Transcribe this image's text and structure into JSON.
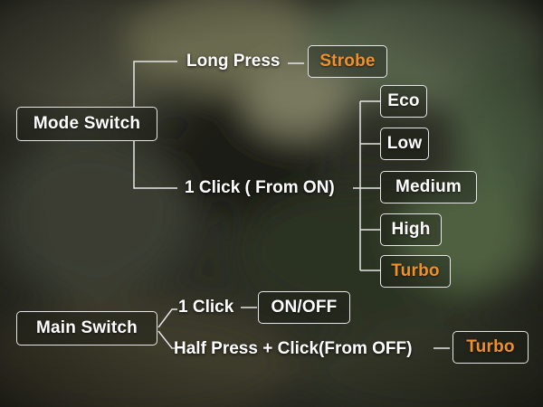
{
  "colors": {
    "text": "#ffffff",
    "highlight": "#f0902a",
    "line": "#e6e6e6"
  },
  "mode_switch": {
    "label": "Mode Switch",
    "long_press": {
      "action": "Long Press",
      "result": "Strobe"
    },
    "click": {
      "action": "1 Click ( From ON)",
      "modes": [
        "Eco",
        "Low",
        "Medium",
        "High",
        "Turbo"
      ]
    }
  },
  "main_switch": {
    "label": "Main Switch",
    "click": {
      "action": "1 Click",
      "result": "ON/OFF"
    },
    "half_press": {
      "action": "Half Press + Click(From OFF)",
      "result": "Turbo"
    }
  }
}
